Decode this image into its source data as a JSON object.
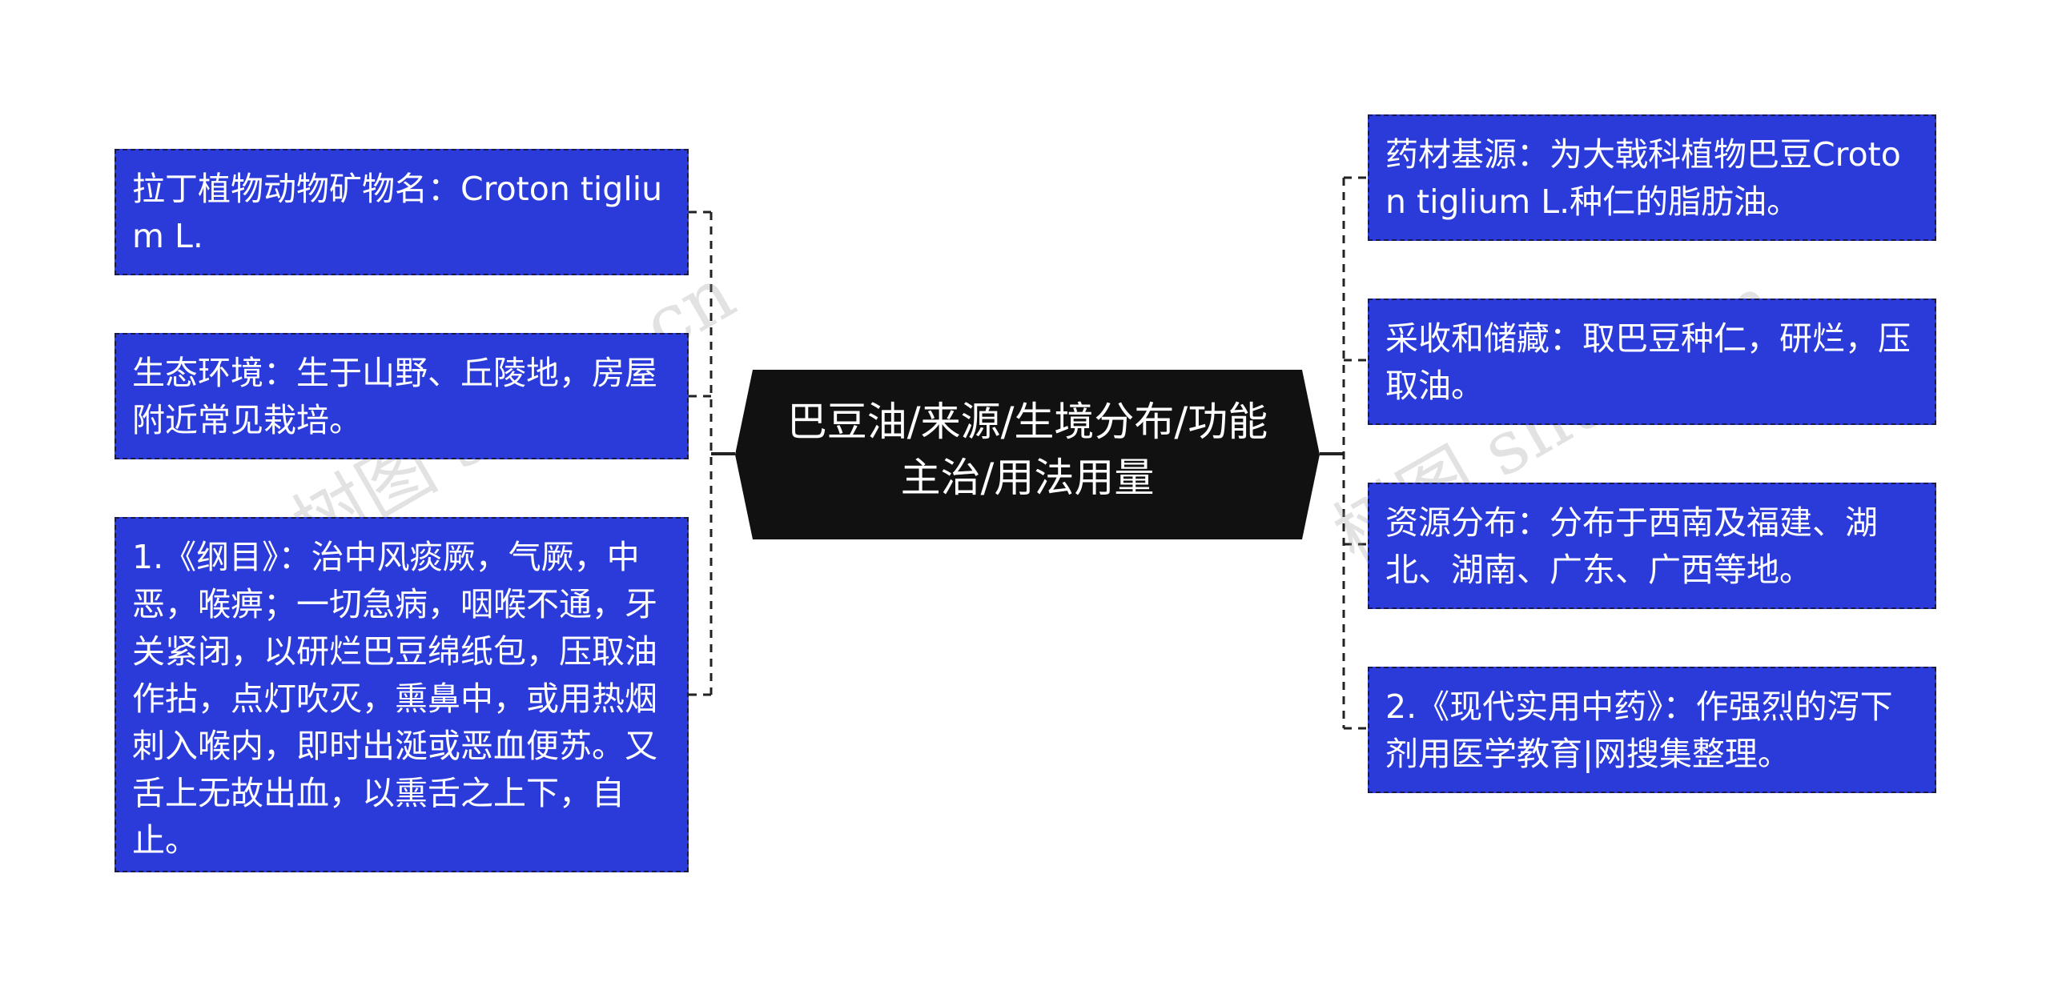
{
  "center": {
    "title": "巴豆油/来源/生境分布/功能主治/用法用量"
  },
  "left_nodes": [
    {
      "text": "拉丁植物动物矿物名：Croton tiglium L."
    },
    {
      "text": "生态环境：生于山野、丘陵地，房屋附近常见栽培。"
    },
    {
      "text": "1.《纲目》：治中风痰厥，气厥，中恶，喉痹；一切急病，咽喉不通，牙关紧闭，以研烂巴豆绵纸包，压取油作拈，点灯吹灭，熏鼻中，或用热烟刺入喉内，即时出涎或恶血便苏。又舌上无故出血，以熏舌之上下，自止。"
    }
  ],
  "right_nodes": [
    {
      "text": "药材基源：为大戟科植物巴豆Croton tiglium L.种仁的脂肪油。"
    },
    {
      "text": "采收和储藏：取巴豆种仁，研烂，压取油。"
    },
    {
      "text": "资源分布：分布于西南及福建、湖北、湖南、广东、广西等地。"
    },
    {
      "text": "2.《现代实用中药》：作强烈的泻下剂用医学教育|网搜集整理。"
    }
  ],
  "watermarks": [
    "树图 shutu.cn",
    "树图 shutu.cn"
  ],
  "colors": {
    "node_fill": "#2a3bd9",
    "node_border": "#1a1a4a",
    "center_fill": "#111111",
    "connector": "#222222"
  }
}
